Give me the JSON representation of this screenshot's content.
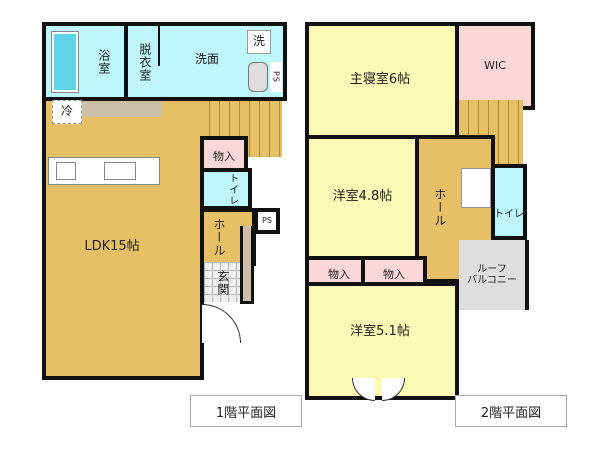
{
  "floor1": {
    "caption": "1階平面図",
    "rooms": {
      "bath": "浴室",
      "dressing": "脱衣室",
      "washroom": "洗面",
      "washer": "洗",
      "ps_top": "PS",
      "fridge": "冷",
      "storage": "物入",
      "toilet": "トイレ",
      "ldk": "LDK15帖",
      "hall": "ホール",
      "ps": "PS",
      "entrance": "玄関"
    }
  },
  "floor2": {
    "caption": "2階平面図",
    "rooms": {
      "master": "主寝室6帖",
      "wic": "WIC",
      "western48": "洋室4.8帖",
      "hall": "ホール",
      "toilet": "トイレ",
      "storage1": "物入",
      "storage2": "物入",
      "balcony": "ルーフ\nバルコニー",
      "western51": "洋室5.1帖"
    }
  },
  "colors": {
    "ldk": "#e7c065",
    "wet": "#bff6fb",
    "room": "#fafab6",
    "storage": "#fbd7d8",
    "balcony": "#dedede"
  }
}
